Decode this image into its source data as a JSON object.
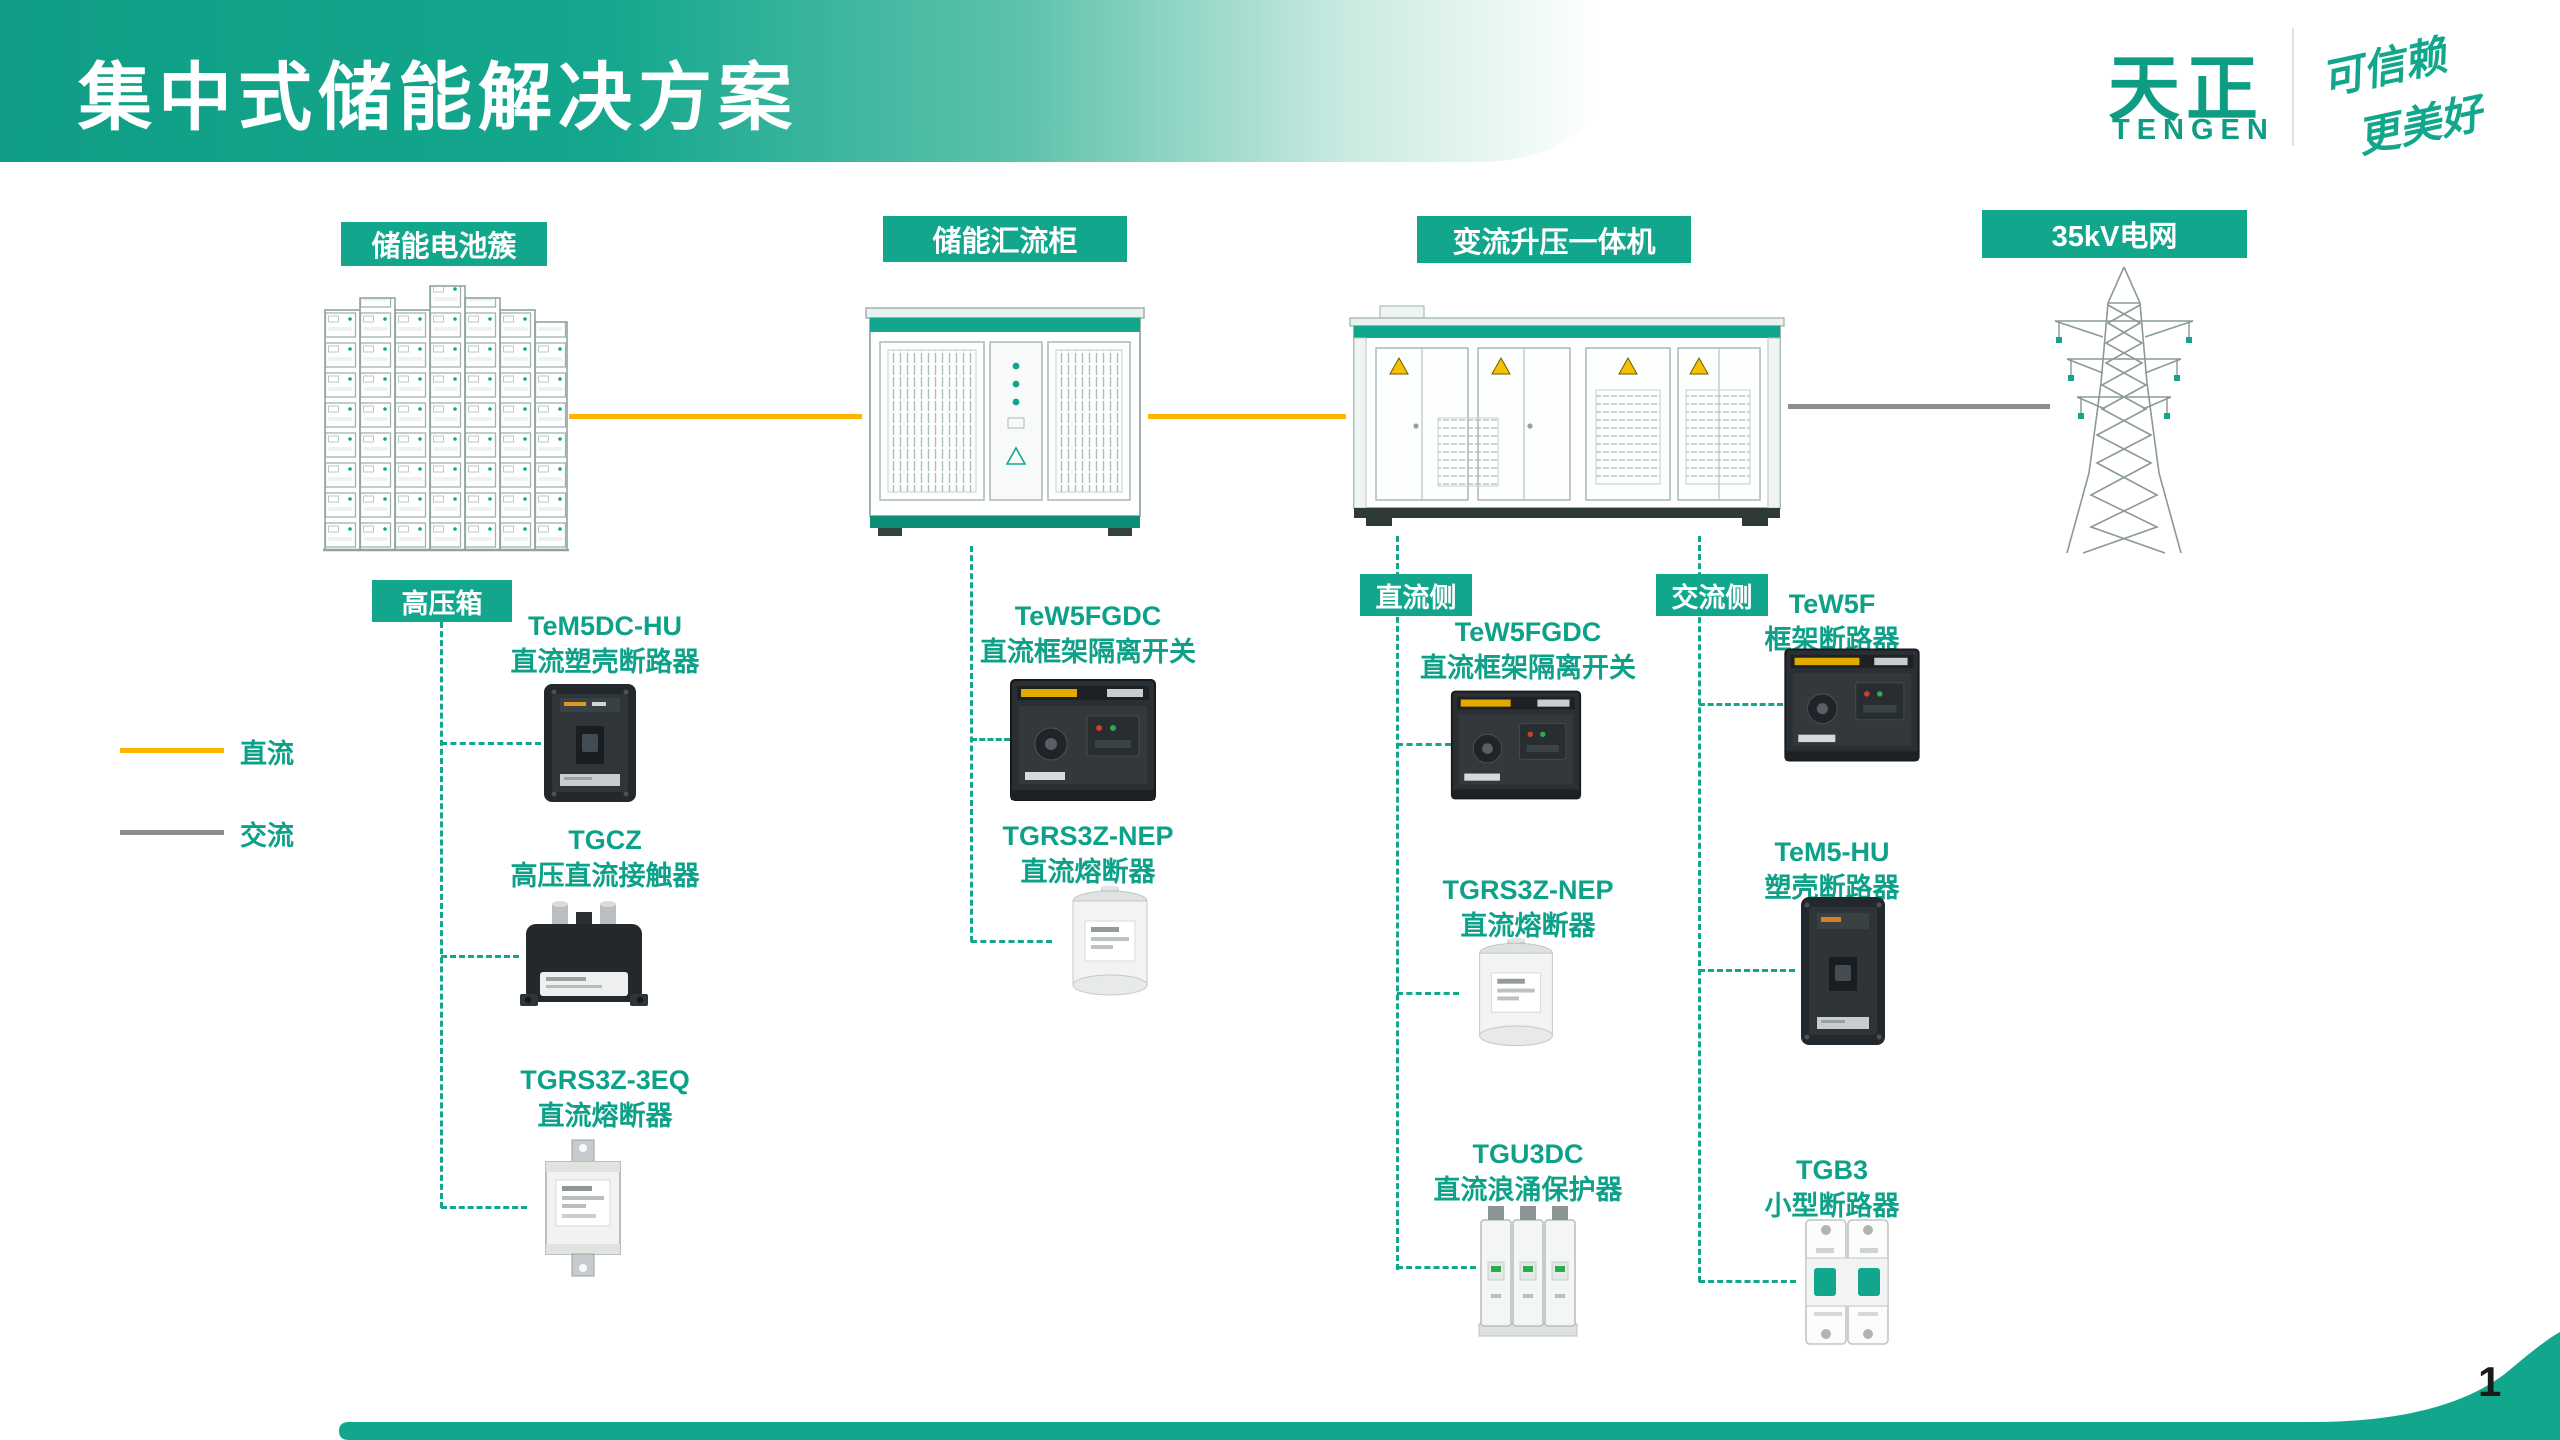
{
  "header": {
    "title": "集中式储能解决方案",
    "logo": {
      "brand_zh": "天正",
      "brand_en": "TENGEN",
      "slogan_line1": "可信赖",
      "slogan_line2": "更美好"
    }
  },
  "colors": {
    "accent_teal": "#12a78c",
    "dc_line": "#ffb400",
    "ac_line": "#8e8e8e"
  },
  "nodes": [
    {
      "label": "储能电池簇"
    },
    {
      "label": "储能汇流柜"
    },
    {
      "label": "变流升压一体机"
    },
    {
      "label": "35kV电网"
    }
  ],
  "legend": [
    {
      "label": "直流",
      "color": "#ffb400"
    },
    {
      "label": "交流",
      "color": "#8e8e8e"
    }
  ],
  "groups": {
    "battery_box": {
      "tag": "高压箱",
      "components": [
        {
          "model": "TeM5DC-HU",
          "desc": "直流塑壳断路器"
        },
        {
          "model": "TGCZ",
          "desc": "高压直流接触器"
        },
        {
          "model": "TGRS3Z-3EQ",
          "desc": "直流熔断器"
        }
      ]
    },
    "combiner": {
      "components": [
        {
          "model": "TeW5FGDC",
          "desc": "直流框架隔离开关"
        },
        {
          "model": "TGRS3Z-NEP",
          "desc": "直流熔断器"
        }
      ]
    },
    "dc_side": {
      "tag": "直流侧",
      "components": [
        {
          "model": "TeW5FGDC",
          "desc": "直流框架隔离开关"
        },
        {
          "model": "TGRS3Z-NEP",
          "desc": "直流熔断器"
        },
        {
          "model": "TGU3DC",
          "desc": "直流浪涌保护器"
        }
      ]
    },
    "ac_side": {
      "tag": "交流侧",
      "components": [
        {
          "model": "TeW5F",
          "desc": "框架断路器"
        },
        {
          "model": "TeM5-HU",
          "desc": "塑壳断路器"
        },
        {
          "model": "TGB3",
          "desc": "小型断路器"
        }
      ]
    }
  },
  "footer": {
    "page_number": "1"
  }
}
